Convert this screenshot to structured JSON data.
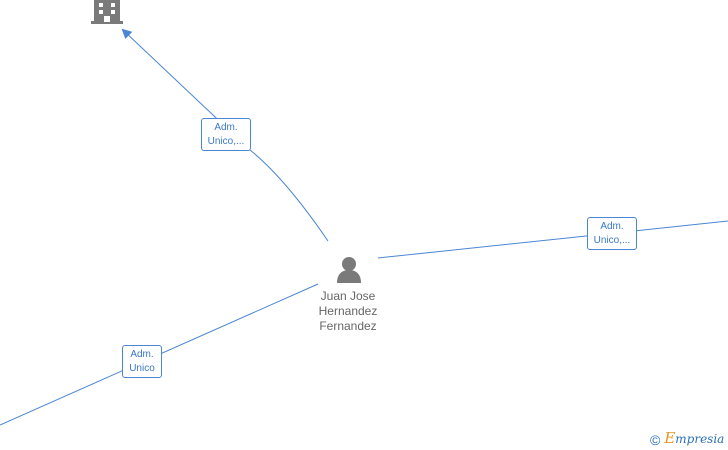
{
  "person": {
    "name_lines": [
      "Juan Jose",
      "Hernandez",
      "Fernandez"
    ],
    "icon": "person-icon"
  },
  "company": {
    "icon": "building-icon"
  },
  "edges": [
    {
      "label_line1": "Adm.",
      "label_line2": "Unico,..."
    },
    {
      "label_line1": "Adm.",
      "label_line2": "Unico,..."
    },
    {
      "label_line1": "Adm.",
      "label_line2": "Unico"
    }
  ],
  "watermark": {
    "copyright": "©",
    "brand_initial": "E",
    "brand_rest": "mpresia"
  },
  "colors": {
    "edge": "#4a86d4",
    "icon": "#7a7a7a",
    "brand_accent": "#e7951d"
  }
}
